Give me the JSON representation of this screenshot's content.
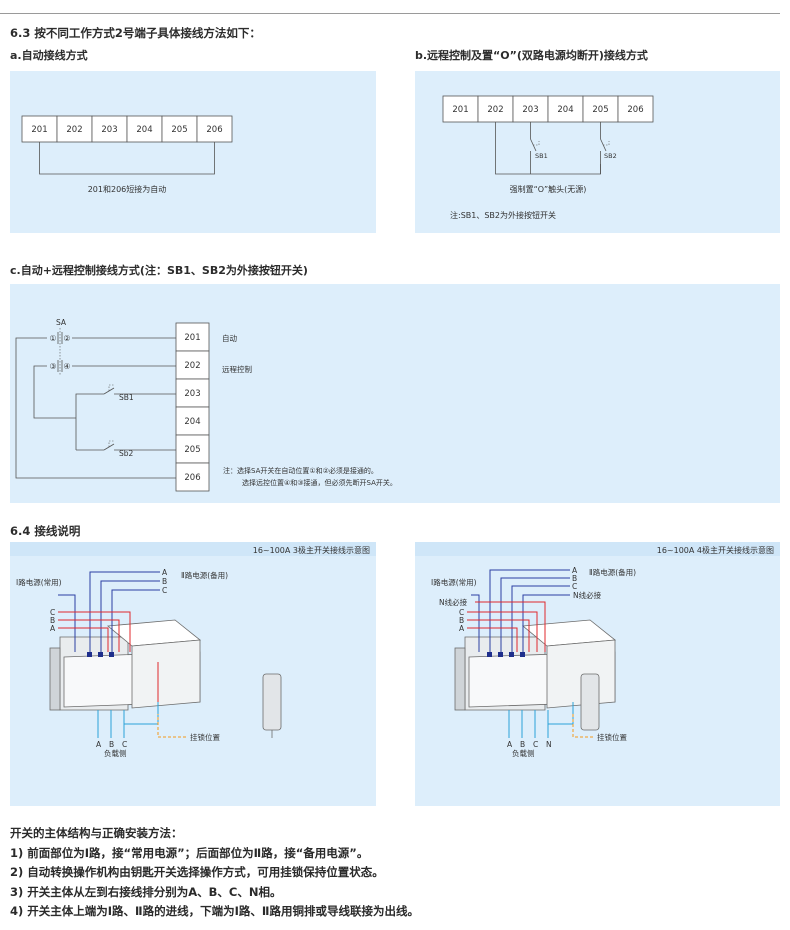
{
  "section63": {
    "title": "6.3 按不同工作方式2号端子具体接线方法如下：",
    "a": {
      "heading": "a.自动接线方式",
      "terminals": [
        "201",
        "202",
        "203",
        "204",
        "205",
        "206"
      ],
      "note": "201和206短接为自动"
    },
    "b": {
      "heading": "b.远程控制及置“O”(双路电源均断开)接线方式",
      "terminals": [
        "201",
        "202",
        "203",
        "204",
        "205",
        "206"
      ],
      "sb1": "SB1",
      "sb2": "SB2",
      "force_label": "强制置“O”触头(无源)",
      "note": "注:SB1、SB2为外接按钮开关"
    },
    "c": {
      "heading": "c.自动+远程控制接线方式(注：SB1、SB2为外接按钮开关)",
      "terminals": [
        "201",
        "202",
        "203",
        "204",
        "205",
        "206"
      ],
      "sa": "SA",
      "pos1": "①",
      "pos2": "②",
      "pos3": "③",
      "pos4": "④",
      "sb1": "SB1",
      "sb2": "Sb2",
      "label_auto": "自动",
      "label_remote": "远程控制",
      "note1": "注：选择SA开关在自动位置①和②必须是接通的。",
      "note2": "选择远控位置④和③接通，但必须先断开SA开关。"
    }
  },
  "section64": {
    "title": "6.4 接线说明",
    "left": {
      "caption": "16~100A 3极主开关接线示意图",
      "src1": "Ⅰ路电源(常用)",
      "src2": "Ⅱ路电源(备用)",
      "top_abc": [
        "A",
        "B",
        "C"
      ],
      "left_cba": [
        "C",
        "B",
        "A"
      ],
      "bottom_abc": [
        "A",
        "B",
        "C"
      ],
      "load": "负载侧",
      "lock": "挂锁位置"
    },
    "right": {
      "caption": "16~100A 4极主开关接线示意图",
      "src1": "Ⅰ路电源(常用)",
      "src2": "Ⅱ路电源(备用)",
      "top_abc": [
        "A",
        "B",
        "C"
      ],
      "n_must_top": "N线必接",
      "n_must_left": "N线必接",
      "left_cba": [
        "C",
        "B",
        "A"
      ],
      "bottom_abcn": [
        "A",
        "B",
        "C",
        "N"
      ],
      "load": "负载侧",
      "lock": "挂锁位置"
    }
  },
  "notes": {
    "title": "开关的主体结构与正确安装方法：",
    "items": [
      "1) 前面部位为Ⅰ路，接“常用电源”；后面部位为Ⅱ路，接“备用电源”。",
      "2) 自动转换操作机构由钥匙开关选择操作方式，可用挂锁保持位置状态。",
      "3) 开关主体从左到右接线排分别为A、B、C、N相。",
      "4) 开关主体上端为Ⅰ路、Ⅱ路的进线，下端为Ⅰ路、Ⅱ路用铜排或导线联接为出线。"
    ]
  },
  "colors": {
    "panel": "#ddeefb",
    "line": "#555555",
    "wire_red": "#e0282d",
    "wire_blue": "#2b3fa3",
    "wire_cyan": "#2aa3d8",
    "wire_orange": "#f39a1e"
  }
}
